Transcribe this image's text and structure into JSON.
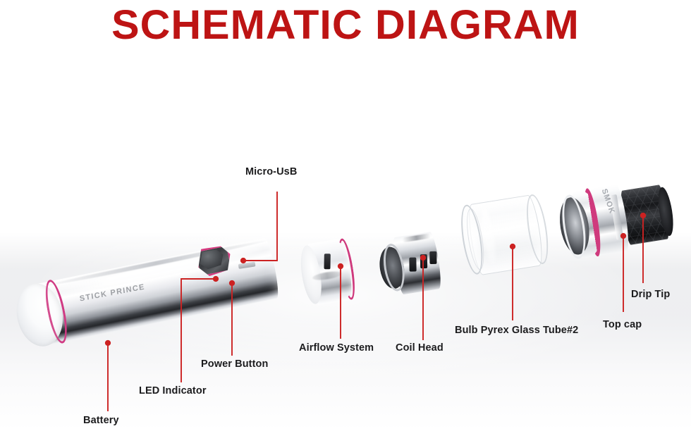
{
  "title": "SCHEMATIC DIAGRAM",
  "colors": {
    "title_red": "#bd1414",
    "leader_red": "#cc2222",
    "accent_pink": "#d03a83",
    "label_text": "#1c1c1e"
  },
  "product": {
    "battery_brand_text": "STICK PRINCE",
    "topcap_brand_text": "SMOK"
  },
  "labels": [
    {
      "id": "micro-usb",
      "text": "Micro-UsB"
    },
    {
      "id": "battery",
      "text": "Battery"
    },
    {
      "id": "led-indicator",
      "text": "LED Indicator"
    },
    {
      "id": "power-button",
      "text": "Power Button"
    },
    {
      "id": "airflow",
      "text": "Airflow System"
    },
    {
      "id": "coil-head",
      "text": "Coil Head"
    },
    {
      "id": "glass-tube",
      "text": "Bulb Pyrex Glass Tube#2"
    },
    {
      "id": "top-cap",
      "text": "Top cap"
    },
    {
      "id": "drip-tip",
      "text": "Drip Tip"
    }
  ]
}
